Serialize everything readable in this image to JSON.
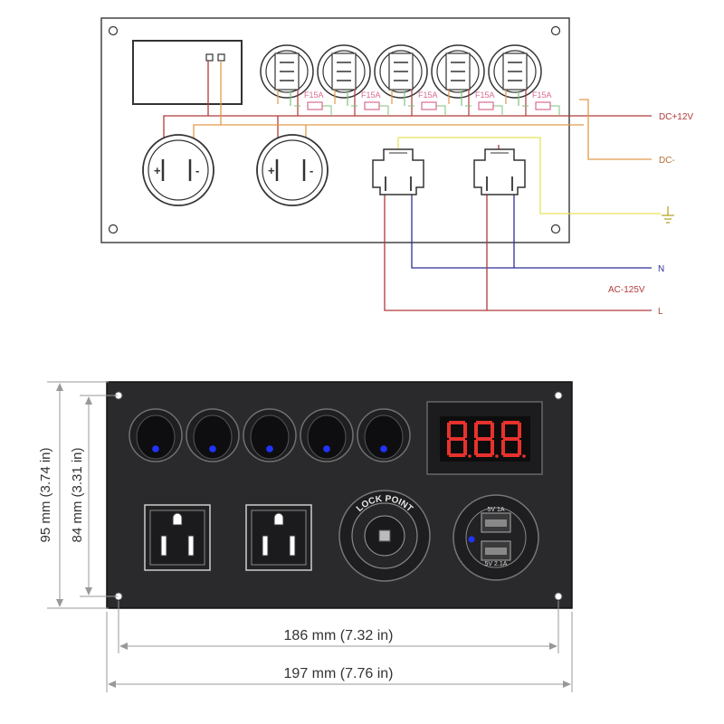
{
  "wiring": {
    "fuse_label": "F15A",
    "fuse_count": 5,
    "switch_count": 5,
    "wires": {
      "dc_positive": "DC+12V",
      "dc_negative": "DC-",
      "ground": "⏚",
      "neutral": "N",
      "ac_voltage": "AC-125V",
      "line": "L"
    },
    "socket_polarity": {
      "plus": "+",
      "minus": "-"
    }
  },
  "panel": {
    "voltmeter_digits": "888",
    "lighter_label": "LOCK POINT",
    "usb": {
      "top_label": "5V 1A",
      "bottom_label": "5V 2.1A"
    },
    "switch_count": 5,
    "outlet_count": 2
  },
  "dimensions": {
    "outer_height": "95 mm (3.74 in)",
    "inner_height": "84 mm (3.31 in)",
    "inner_width": "186 mm (7.32 in)",
    "outer_width": "197 mm (7.76 in)"
  },
  "colors": {
    "red": "#b03a3a",
    "orange": "#e39a4c",
    "yellow": "#e8e25a",
    "blue": "#2f2f9a",
    "green": "#7cc37c",
    "fuse_pink": "#d96b8e",
    "panel": "#2a2a2c",
    "blue_led": "#2233ff",
    "red_digits": "#e8312d"
  }
}
